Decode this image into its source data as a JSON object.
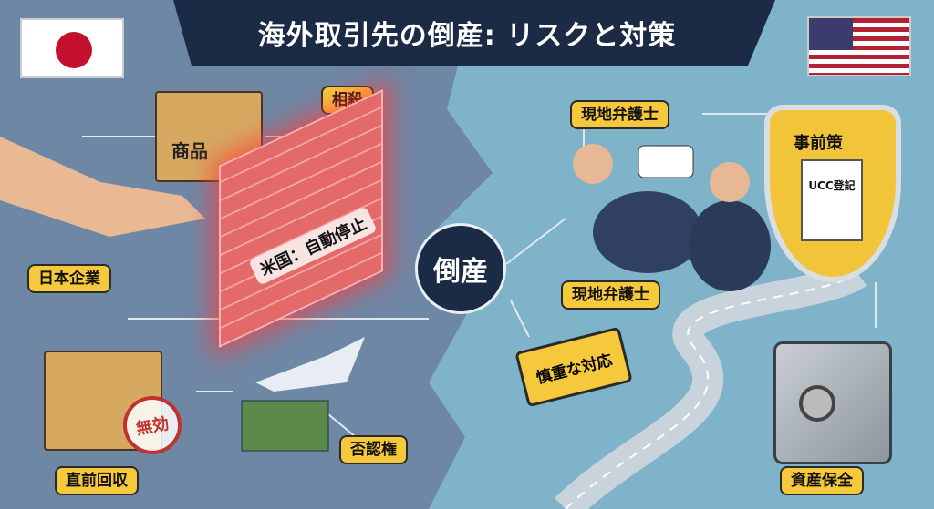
{
  "title": "海外取引先の倒産: リスクと対策",
  "center_label": "倒産",
  "left": {
    "goods_label": "商品",
    "setoff_label": "相殺",
    "company_label": "日本企業",
    "auto_stay_label": "米国：自動停止",
    "recovery_label": "直前回収",
    "invalid_stamp": "無効",
    "avoidance_label": "否認権"
  },
  "right": {
    "lawyer_label_top": "現地弁護士",
    "lawyer_label_bottom": "現地弁護士",
    "precaution_label": "事前策",
    "ucc_doc_label": "UCC登記",
    "careful_sign": "慎重な対応",
    "asset_label": "資産保全"
  },
  "colors": {
    "left_bg": "#6e87a5",
    "right_bg": "#7fb3c9",
    "navy": "#1b2b45",
    "label": "#f6c93c"
  }
}
